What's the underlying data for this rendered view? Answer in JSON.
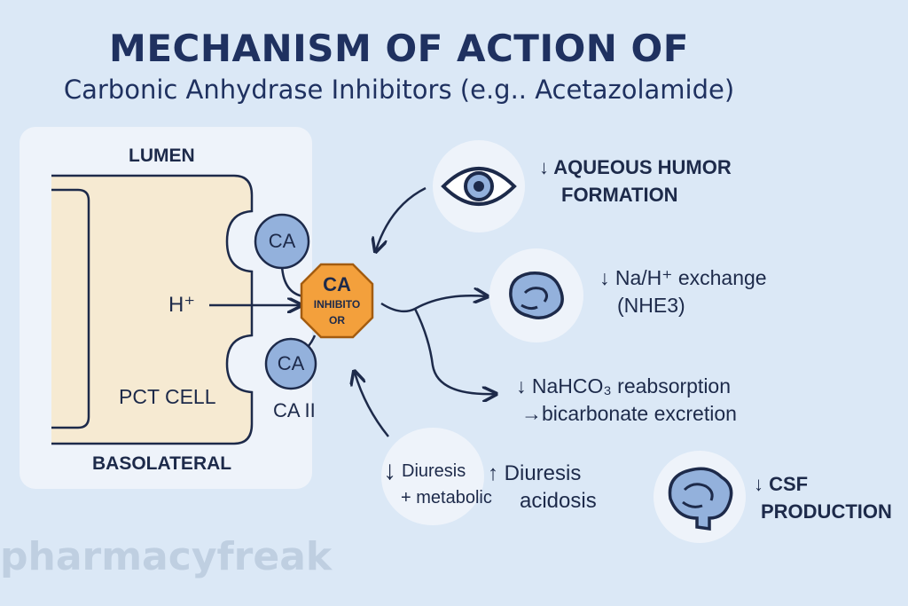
{
  "title": "MECHANISM OF ACTION OF",
  "subtitle": "Carbonic Anhydrase Inhibitors (e.g.. Acetazolamide)",
  "cell": {
    "lumen": "LUMEN",
    "basolateral": "BASOLATERAL",
    "pct_cell": "PCT CELL",
    "h_plus": "H⁺",
    "ca_top": "CA",
    "ca_bottom": "CA",
    "ca_ii": "CA II",
    "inhibitor_top": "CA",
    "inhibitor_line1": "INHIBITO",
    "inhibitor_line2": "OR"
  },
  "effects": {
    "aqueous_line1": "↓ AQUEOUS HUMOR",
    "aqueous_line2": "FORMATION",
    "na_h_line1": "↓ Na/H⁺ exchange",
    "na_h_line2": "(NHE3)",
    "nahco3_line1": "↓ NaHCO₃ reabsorption",
    "nahco3_line2": "→bicarbonate excretion",
    "diuresis_down_arrow": "↓",
    "diuresis_left": "Diuresis",
    "diuresis_plus": "+ metabolic",
    "diuresis_up": "↑ Diuresis",
    "acidosis": "acidosis",
    "csf_line1": "↓ CSF",
    "csf_line2": "PRODUCTION"
  },
  "colors": {
    "background": "#dbe8f6",
    "cell_fill": "#f6ead2",
    "enzyme_fill": "#93b1dc",
    "inhibitor_fill": "#f3a03c",
    "navy": "#1d2a4a"
  },
  "icons": [
    "eye-icon",
    "kidney-icon",
    "brain-icon"
  ],
  "watermark": "pharmacyfreak"
}
